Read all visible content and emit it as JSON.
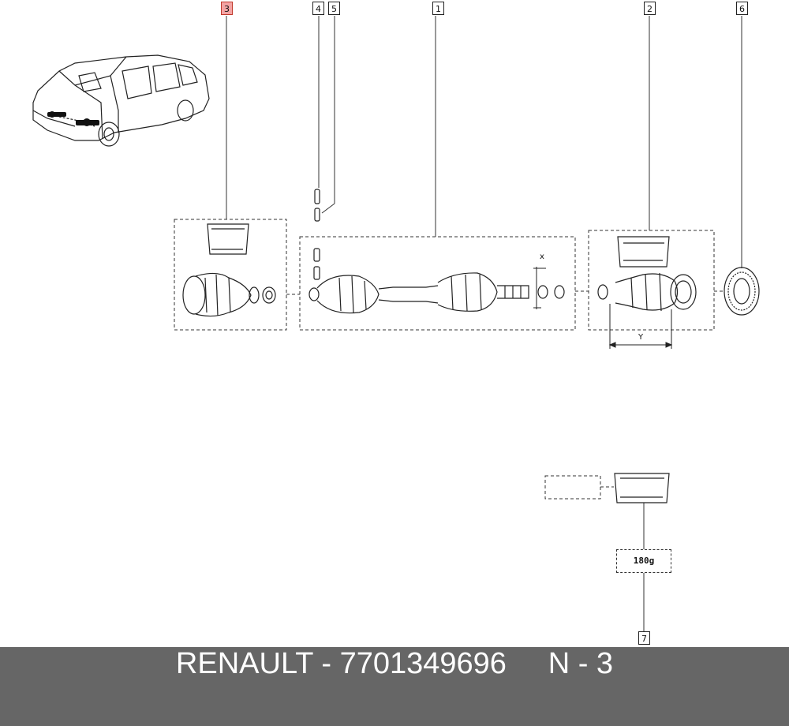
{
  "callouts": {
    "c1": "1",
    "c2": "2",
    "c3": "3",
    "c4": "4",
    "c5": "5",
    "c6": "6",
    "c7": "7"
  },
  "dimensions": {
    "x_label": "x",
    "y_label": "Y"
  },
  "grease_quantity": "180g",
  "footer": {
    "brand": "RENAULT",
    "separator": " - ",
    "part_number": "7701349696",
    "gap": "     ",
    "page_ref": "N - 3"
  },
  "colors": {
    "footer_bg": "#666666",
    "highlight": "#f4a3a3"
  }
}
